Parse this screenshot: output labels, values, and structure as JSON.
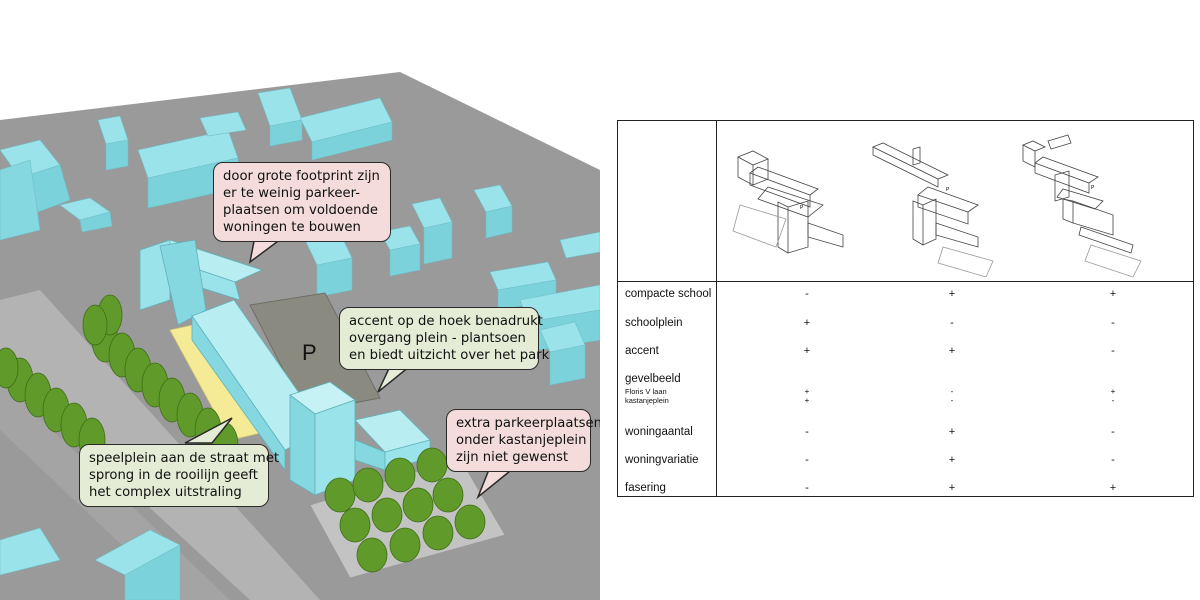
{
  "model": {
    "parking_symbol": "P",
    "callouts": [
      {
        "id": "footprint",
        "tone": "pink",
        "text": "door grote footprint zijn\ner te weinig parkeer-\nplaatsen om voldoende\nwoningen te bouwen"
      },
      {
        "id": "accent",
        "tone": "green",
        "text": "accent op de hoek benadrukt\novergang plein - plantsoen\nen biedt uitzicht over het park"
      },
      {
        "id": "speelplein",
        "tone": "green",
        "text": "speelplein aan de straat met\nsprong in de rooilijn geeft\nhet complex uitstraling"
      },
      {
        "id": "parkeer",
        "tone": "pink",
        "text": "extra parkeerplaatsen\nonder kastanjeplein\nzijn niet gewenst"
      }
    ],
    "colors": {
      "building": "#9be3ea",
      "ground": "#9a9a9a",
      "tree": "#5f9a2a",
      "play_area": "#f5eb97",
      "parking": "#8a8a80"
    }
  },
  "table": {
    "rows": [
      {
        "label": "compacte school",
        "marks": [
          "-",
          "+",
          "+"
        ]
      },
      {
        "label": "schoolplein",
        "marks": [
          "+",
          "-",
          "-"
        ]
      },
      {
        "label": "accent",
        "marks": [
          "+",
          "+",
          "-"
        ]
      },
      {
        "label": "gevelbeeld",
        "marks": [
          "",
          "",
          ""
        ],
        "sub": [
          {
            "label": "Floris V laan",
            "marks": [
              "+",
              "-",
              "+"
            ]
          },
          {
            "label": "kastanjeplein",
            "marks": [
              "+",
              "-",
              "-"
            ]
          }
        ]
      },
      {
        "label": "woningaantal",
        "marks": [
          "-",
          "+",
          "-"
        ]
      },
      {
        "label": "woningvariatie",
        "marks": [
          "-",
          "+",
          "-"
        ]
      },
      {
        "label": "fasering",
        "marks": [
          "-",
          "+",
          "+"
        ]
      }
    ],
    "sketch_labels": [
      "P",
      "P",
      "P"
    ]
  }
}
